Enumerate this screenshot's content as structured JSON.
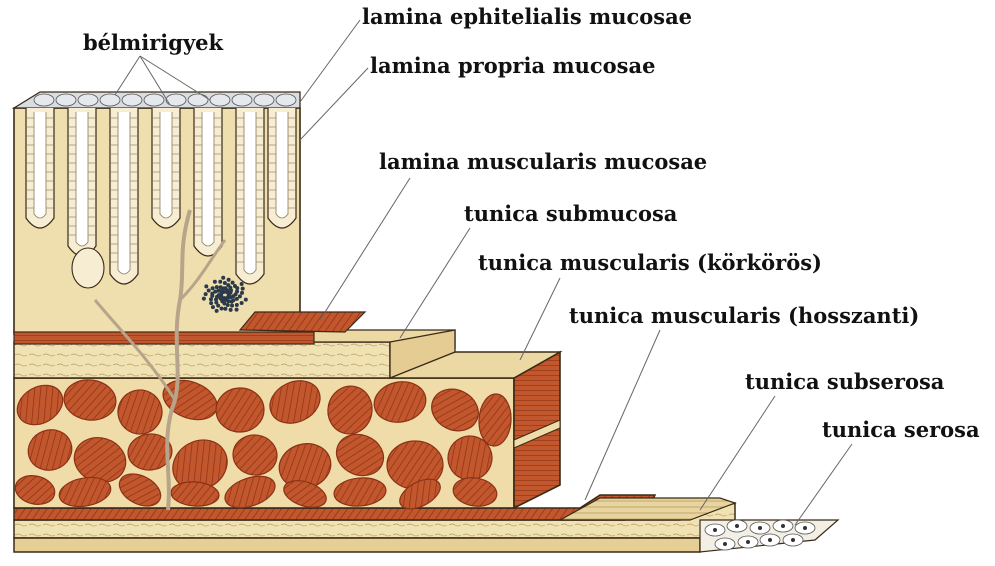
{
  "diagram": {
    "labels": {
      "glands": "bélmirigyek",
      "epithelium": "lamina ephitelialis mucosae",
      "propria": "lamina propria mucosae",
      "muscularis_mucosae": "lamina muscularis mucosae",
      "submucosa": "tunica submucosa",
      "circular": "tunica muscularis (körkörös)",
      "longitudinal": "tunica muscularis (hosszanti)",
      "subserosa": "tunica subserosa",
      "serosa": "tunica serosa"
    },
    "colors": {
      "muscle": "#c2562c",
      "muscle_dark": "#8a3216",
      "cream": "#f1e2b4",
      "tan": "#e6cf95",
      "outline": "#3a2a18",
      "label_line": "#666666"
    }
  }
}
